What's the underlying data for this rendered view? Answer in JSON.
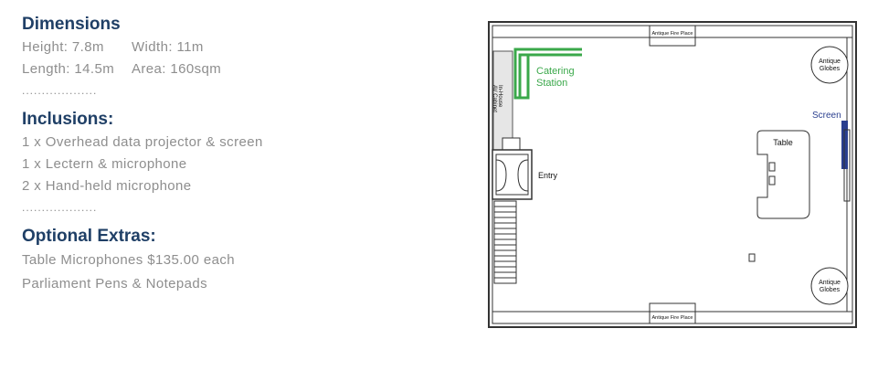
{
  "dimensions": {
    "heading": "Dimensions",
    "height": "Height: 7.8m",
    "width": "Width: 11m",
    "length": "Length: 14.5m",
    "area": "Area: 160sqm"
  },
  "separator": "...................",
  "inclusions": {
    "heading": "Inclusions:",
    "items": [
      "1 x Overhead data projector & screen",
      "1 x Lectern & microphone",
      "2 x Hand-held microphone"
    ]
  },
  "extras": {
    "heading": "Optional Extras:",
    "items": [
      "Table Microphones $135.00 each",
      "Parliament Pens & Notepads"
    ]
  },
  "floorplan": {
    "fireplace_top": "Antique Fire Place",
    "fireplace_bottom": "Antique Fire Place",
    "globes_top_line1": "Antique",
    "globes_top_line2": "Globes",
    "globes_bottom_line1": "Antique",
    "globes_bottom_line2": "Globes",
    "catering_line1": "Catering",
    "catering_line2": "Station",
    "av_line1": "In-House",
    "av_line2": "AV Cabinet",
    "entry": "Entry",
    "screen": "Screen",
    "table": "Table",
    "colors": {
      "catering": "#3aa84a",
      "screen": "#2a3f8f",
      "walls": "#333333"
    }
  }
}
